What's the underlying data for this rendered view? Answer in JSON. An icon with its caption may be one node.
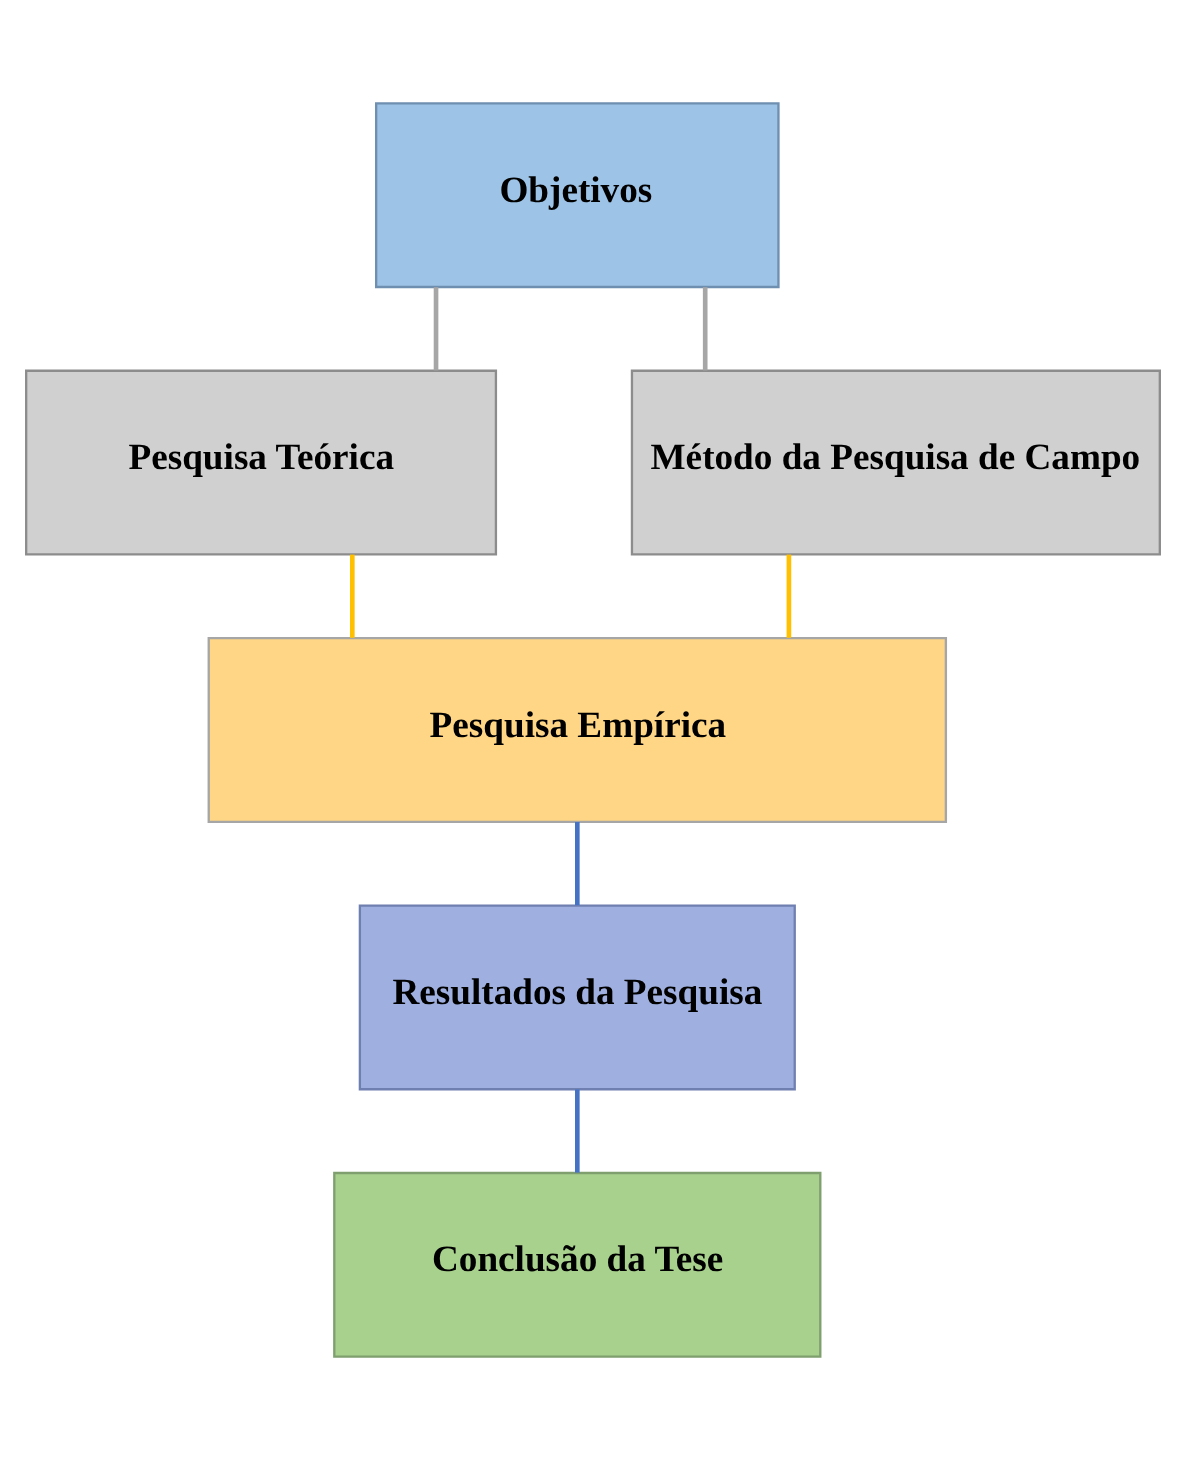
{
  "diagram": {
    "nodes": [
      {
        "text": [
          "Objetivos"
        ]
      },
      {
        "text": [
          "Pesquisa Teórica"
        ]
      },
      {
        "text": [
          "Método da Pesquisa de Campo"
        ]
      },
      {
        "text": [
          "Pesquisa Empírica"
        ]
      },
      {
        "text": [
          "Resultados da Pesquisa"
        ]
      },
      {
        "text": [
          "Conclusão da Tese"
        ]
      }
    ],
    "edges": [
      {
        "from": 0,
        "to": 1,
        "arrow": "none",
        "color": "#a6a6a6"
      },
      {
        "from": 0,
        "to": 2,
        "arrow": "none",
        "color": "#a6a6a6"
      },
      {
        "from": 1,
        "to": 3,
        "arrow": "none",
        "color": "#ffc000"
      },
      {
        "from": 2,
        "to": 3,
        "arrow": "none",
        "color": "#ffc000"
      },
      {
        "from": 3,
        "to": 4,
        "arrow": "none",
        "color": "#4472c4"
      },
      {
        "from": 4,
        "to": 5,
        "arrow": "none",
        "color": "#4472c4"
      }
    ]
  }
}
